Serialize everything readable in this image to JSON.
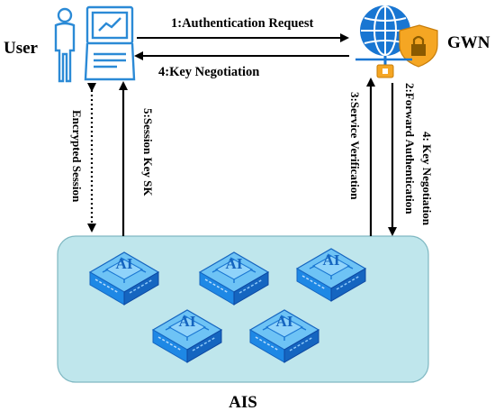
{
  "actors": {
    "user_label": "User",
    "gwn_label": "GWN",
    "ais_label": "AIS"
  },
  "messages": {
    "m1": "1:Authentication Request",
    "m4": "4:Key Negotiation",
    "m5": "5:Session Key SK",
    "encrypted": "Encrypted Session",
    "m3": "3:Service Verification",
    "m2": "2:Forward Authentication",
    "m4b": "4:  Key Negotiation"
  },
  "servers": {
    "chip_label": "AI"
  },
  "colors": {
    "user_blue": "#2b8ad6",
    "server_blue": "#1e88e5",
    "server_top": "#6ec3f5",
    "ais_fill": "#bfe6ec",
    "ais_stroke": "#7fb8c2",
    "globe_blue": "#1976d2",
    "lock_orange": "#f5a623"
  },
  "icons": {
    "user": "person-icon",
    "terminal": "laptop-icon",
    "gwn": "globe-lock-icon",
    "server": "ai-chip-server-icon"
  }
}
